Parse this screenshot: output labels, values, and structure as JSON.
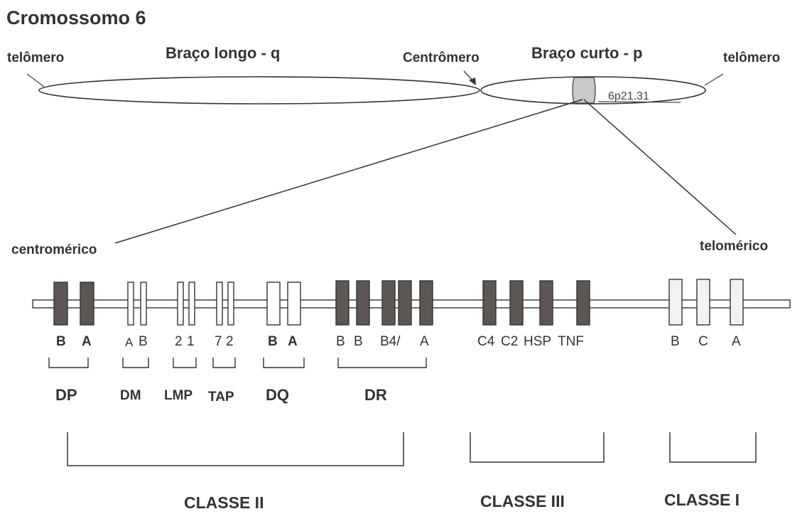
{
  "title": "Cromossomo 6",
  "chromosome": {
    "left_telomere": "telômero",
    "long_arm": "Braço longo - q",
    "centromere": "Centrômero",
    "short_arm": "Braço curto - p",
    "right_telomere": "telômero",
    "band": "6p21.31"
  },
  "orientation": {
    "left": "centromérico",
    "right": "telomérico"
  },
  "genes": [
    "B",
    "A",
    "A",
    "B",
    "2",
    "1",
    "7",
    "2",
    "B",
    "A",
    "B",
    "B",
    "B4/",
    "A",
    "C4",
    "C2",
    "HSP",
    "TNF",
    "B",
    "C",
    "A"
  ],
  "groups": [
    "DP",
    "DM",
    "LMP",
    "TAP",
    "DQ",
    "DR"
  ],
  "classes": [
    "CLASSE II",
    "CLASSE III",
    "CLASSE I"
  ],
  "colors": {
    "dark_gene": "#5e5654",
    "light_gene": "#ffffff",
    "ink": "#2f2f2f"
  }
}
